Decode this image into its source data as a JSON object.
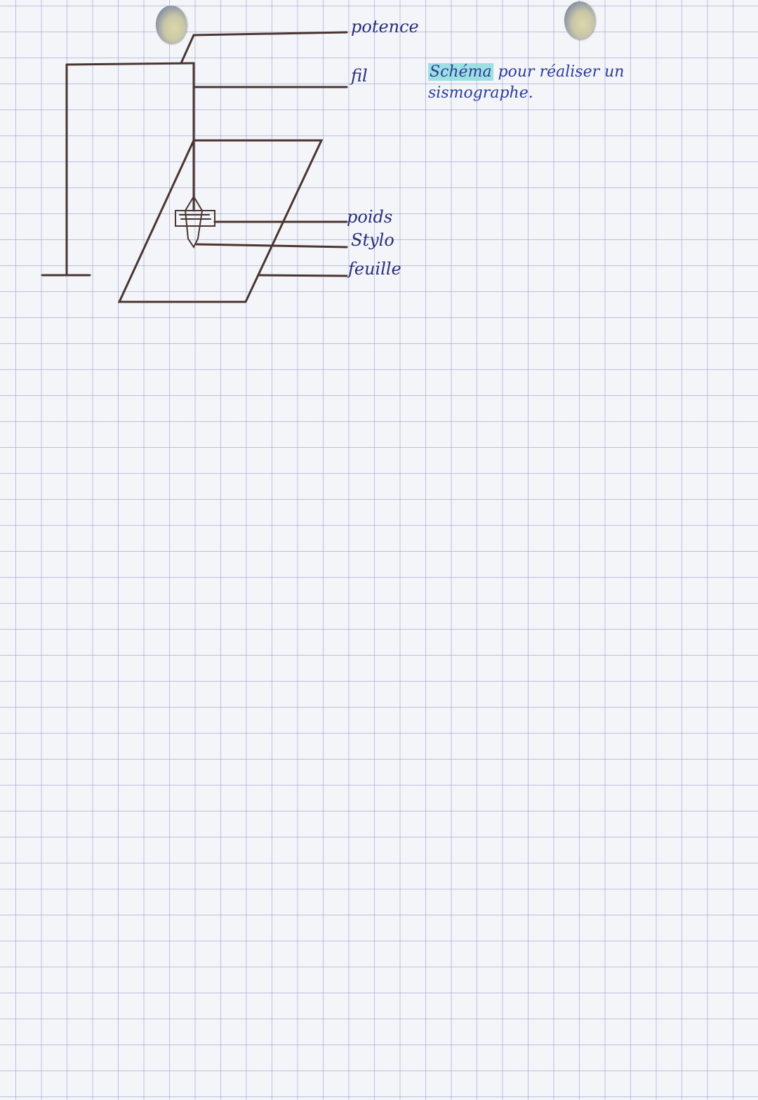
{
  "labels": {
    "potence": "potence",
    "fil": "fil",
    "poids": "poids",
    "stylo": "Stylo",
    "feuille": "feuille"
  },
  "note": {
    "highlighted": "Schéma",
    "rest": " pour réaliser un sismographe."
  },
  "colors": {
    "ink_drawing": "#4a3530",
    "ink_text": "#2a2e7a",
    "highlight": "#78d7d7",
    "grid": "#8c96c8"
  }
}
